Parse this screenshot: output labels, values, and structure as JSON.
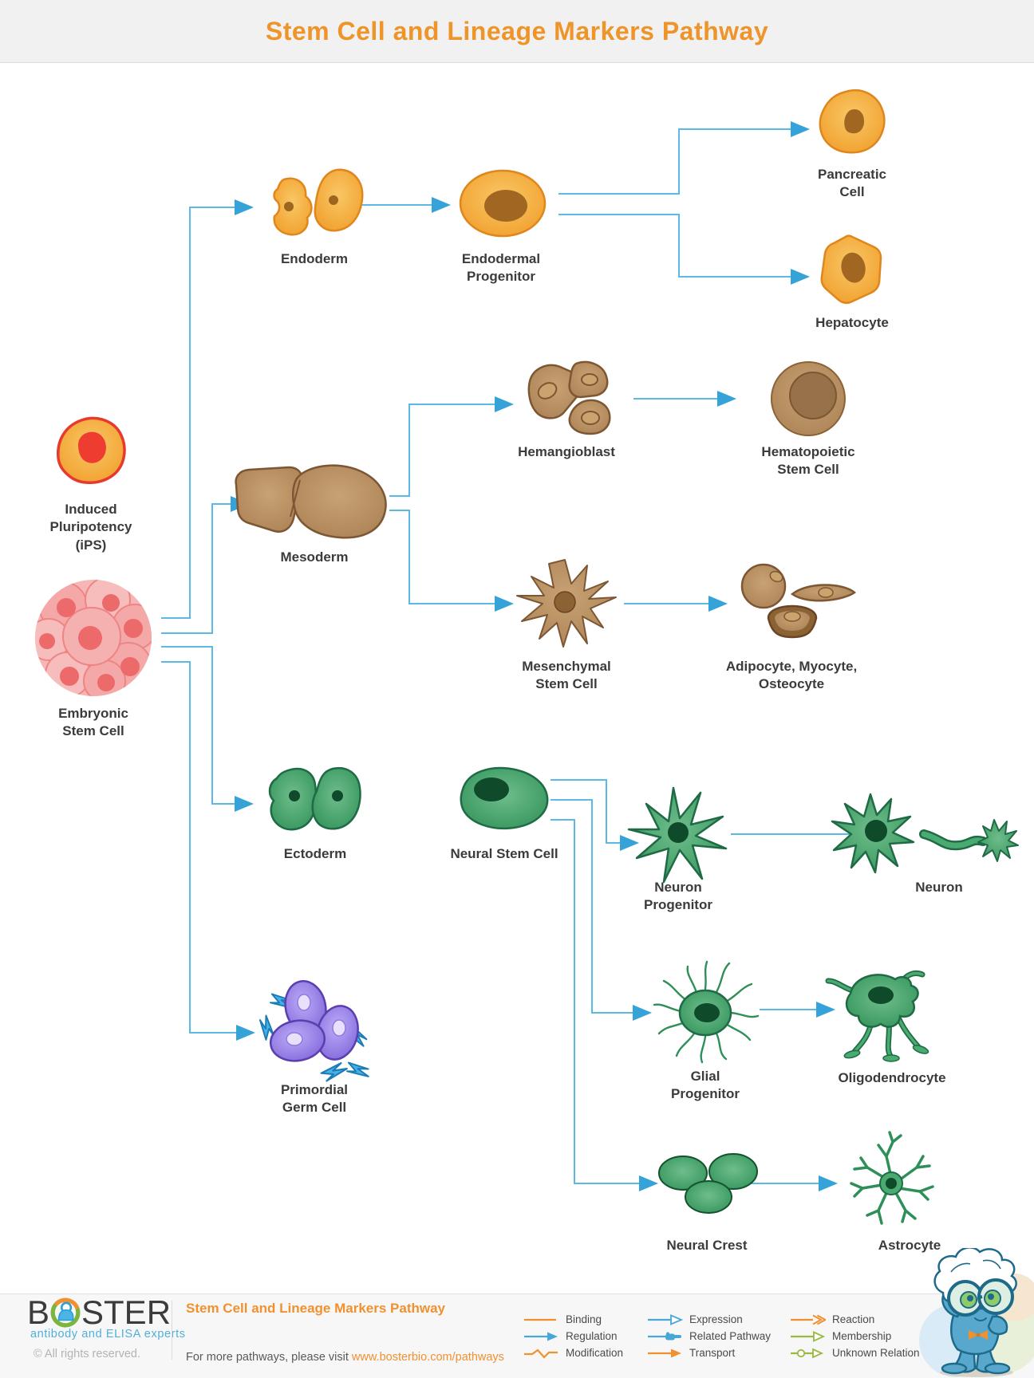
{
  "header": {
    "title": "Stem Cell and Lineage Markers Pathway"
  },
  "nodes": {
    "ips": "Induced\nPluripotency\n(iPS)",
    "esc": "Embryonic\nStem Cell",
    "endoderm": "Endoderm",
    "endodermal_progenitor": "Endodermal\nProgenitor",
    "pancreatic_cell": "Pancreatic\nCell",
    "hepatocyte": "Hepatocyte",
    "mesoderm": "Mesoderm",
    "hemangioblast": "Hemangioblast",
    "hematopoietic_stem_cell": "Hematopoietic\nStem Cell",
    "mesenchymal_stem_cell": "Mesenchymal\nStem Cell",
    "adipocyte_myocyte_osteocyte": "Adipocyte, Myocyte,\nOsteocyte",
    "ectoderm": "Ectoderm",
    "neural_stem_cell": "Neural Stem Cell",
    "neuron_progenitor": "Neuron\nProgenitor",
    "neuron": "Neuron",
    "glial_progenitor": "Glial\nProgenitor",
    "oligodendrocyte": "Oligodendrocyte",
    "neural_crest": "Neural Crest",
    "astrocyte": "Astrocyte",
    "primordial_germ_cell": "Primordial\nGerm Cell"
  },
  "footer": {
    "logo_b": "B",
    "logo_ster": "STER",
    "tagline": "antibody and ELISA experts",
    "copyright": "© All rights reserved.",
    "pathway_title": "Stem Cell and Lineage Markers Pathway",
    "visit_text": "For more pathways, please visit ",
    "visit_link": "www.bosterbio.com/pathways"
  },
  "legend": {
    "items": [
      {
        "label": "Binding",
        "icon": "plain-line",
        "color": "#f09130"
      },
      {
        "label": "Regulation",
        "icon": "solid-arrow-line",
        "color": "#47a8d8"
      },
      {
        "label": "Modification",
        "icon": "zigzag-line",
        "color": "#f09130"
      },
      {
        "label": "Expression",
        "icon": "open-arrow-line",
        "color": "#47a8d8"
      },
      {
        "label": "Related Pathway",
        "icon": "hand-pointer-line",
        "color": "#47a8d8"
      },
      {
        "label": "Transport",
        "icon": "solid-arrow-line",
        "color": "#f09130"
      },
      {
        "label": "Reaction",
        "icon": "double-chevron-line",
        "color": "#f09130"
      },
      {
        "label": "Membership",
        "icon": "open-triangle-line",
        "color": "#99b93f"
      },
      {
        "label": "Unknown Relation",
        "icon": "circle-open-triangle-line",
        "color": "#99b93f"
      }
    ]
  },
  "colors": {
    "title_orange": "#ee9428",
    "connector_blue": "#5cb8e4",
    "endoderm_orange": "#f2a435",
    "mesoderm_brown": "#b08a5e",
    "ectoderm_green": "#3fa169",
    "germline_purple": "#9b86ea",
    "esc_pink": "#f2a0a0",
    "ips_red": "#ee3c31"
  }
}
